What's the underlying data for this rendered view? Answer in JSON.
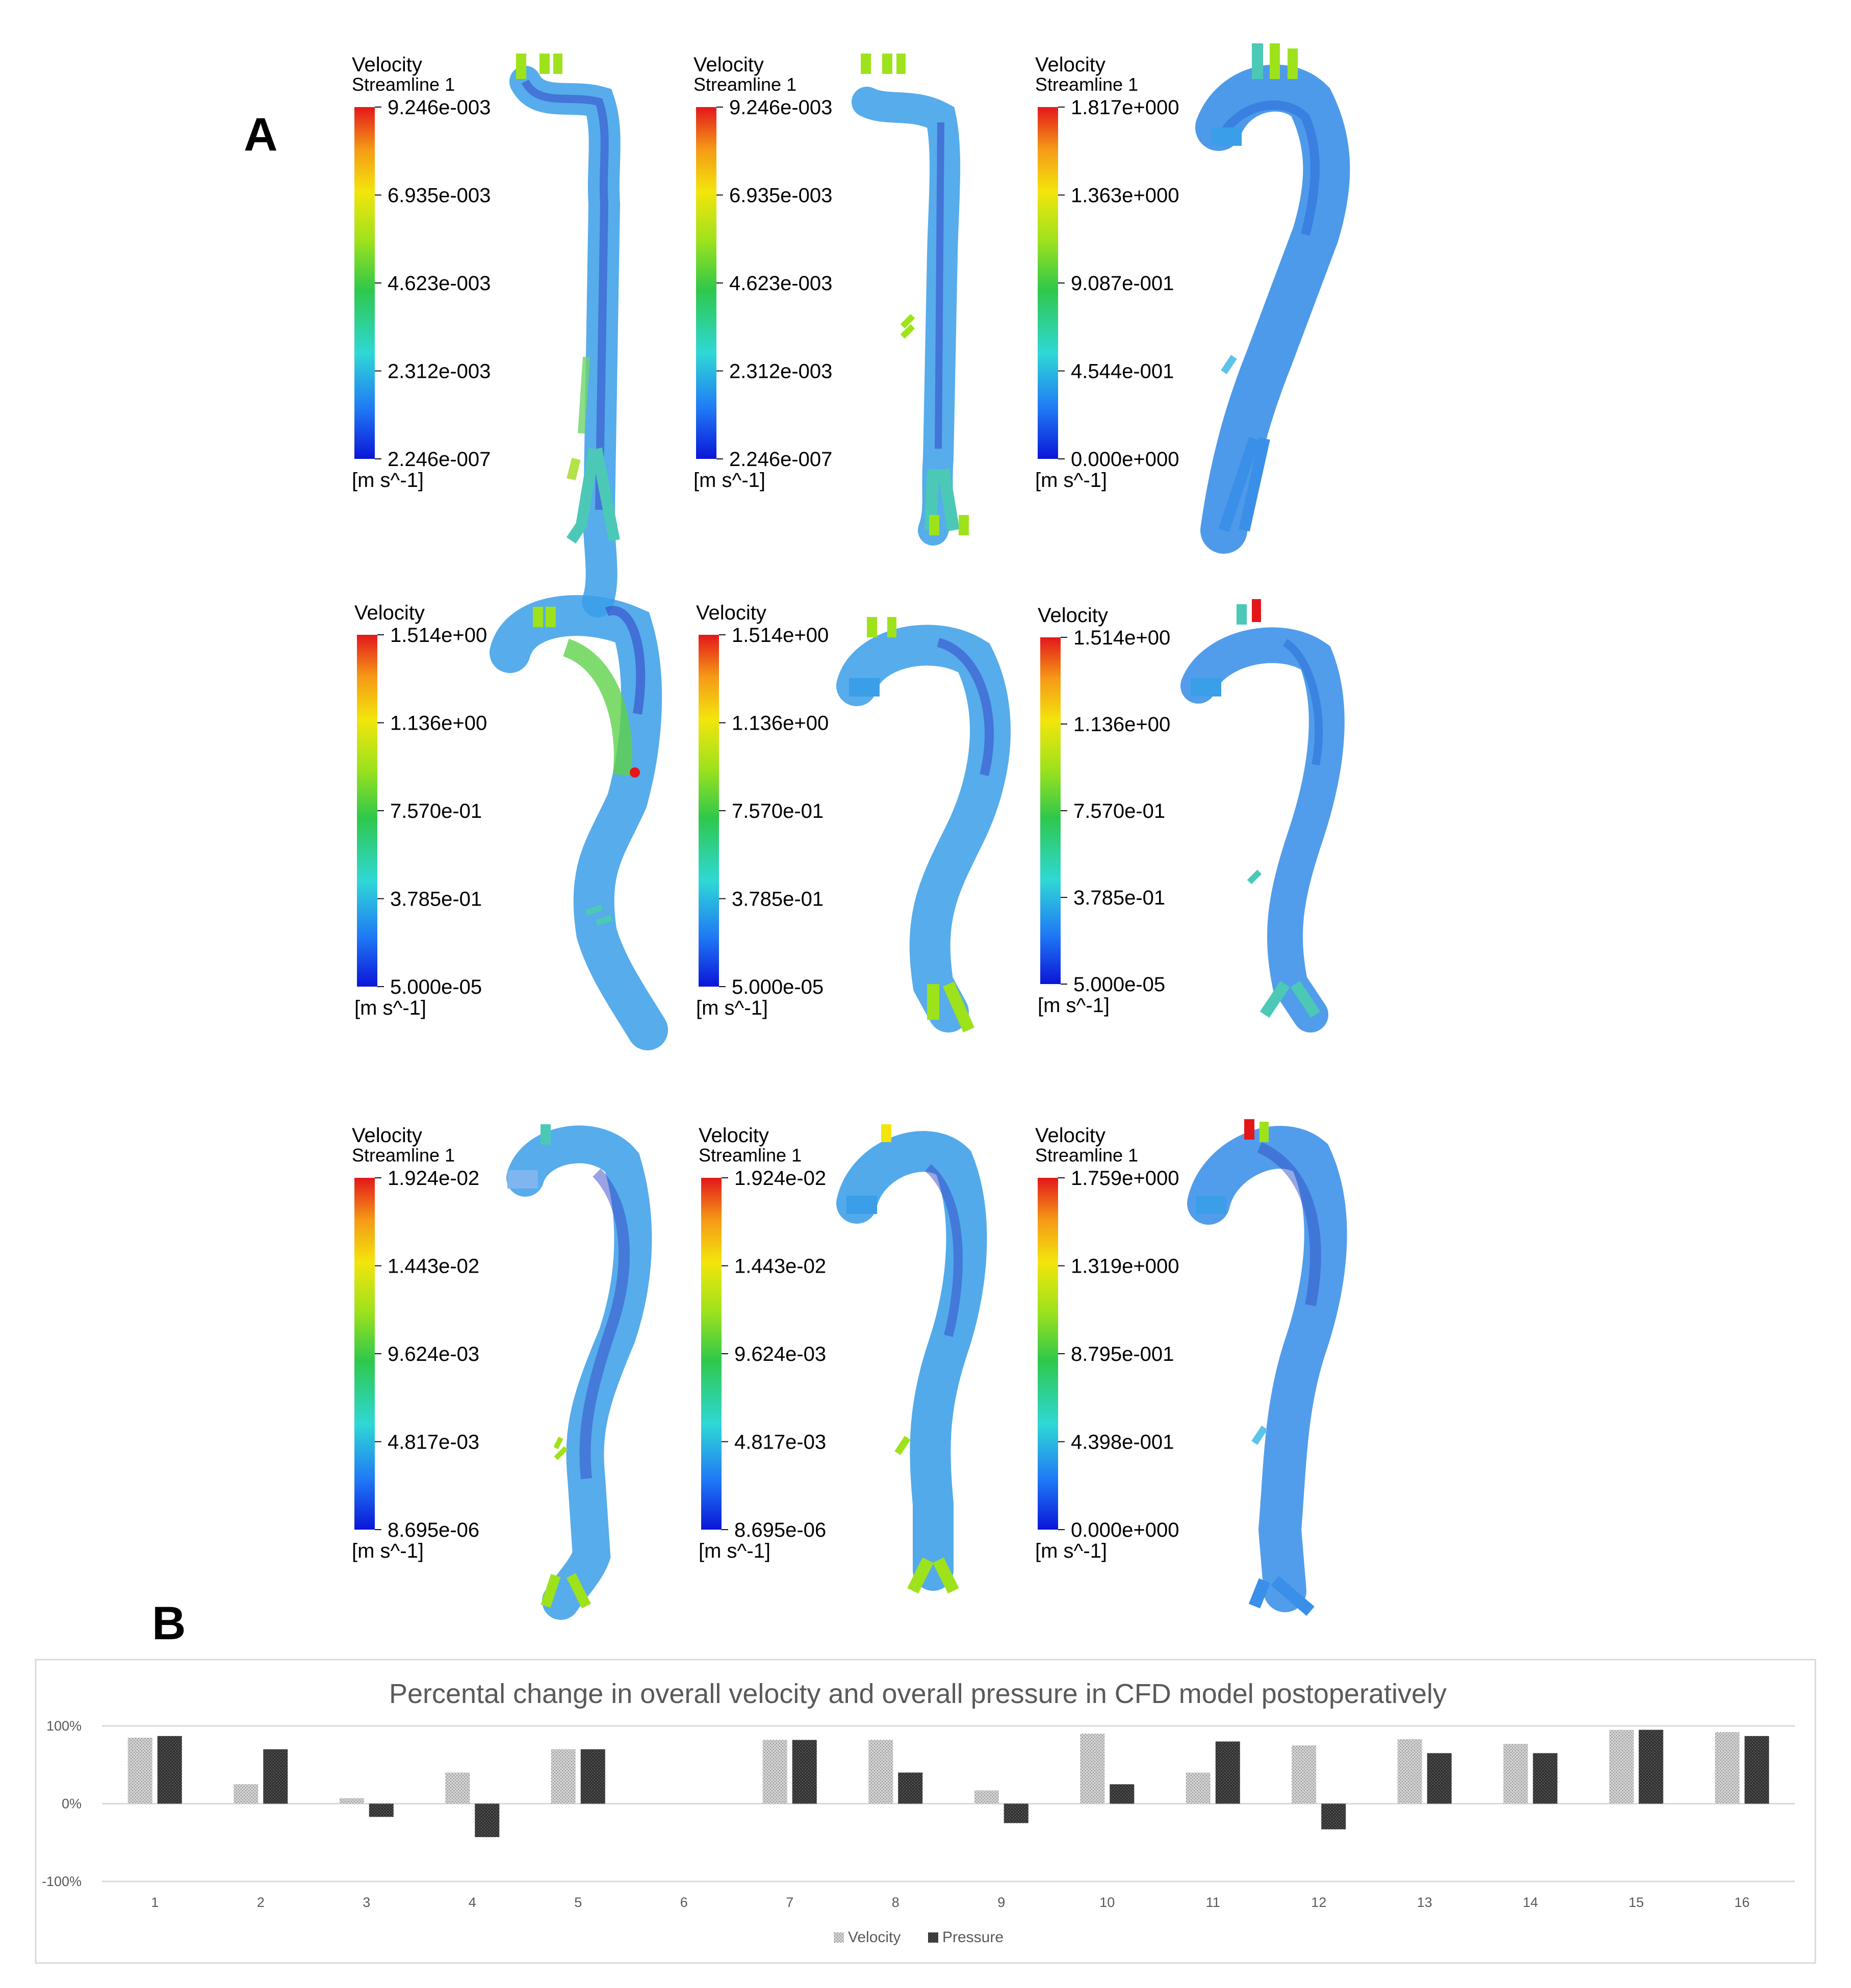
{
  "panel_labels": {
    "a": "A",
    "b": "B"
  },
  "legends": [
    {
      "title": "Velocity",
      "subtitle": "Streamline 1",
      "ticks": [
        "9.246e-003",
        "6.935e-003",
        "4.623e-003",
        "2.312e-003",
        "2.246e-007"
      ],
      "unit": "[m s^-1]"
    },
    {
      "title": "Velocity",
      "subtitle": "Streamline 1",
      "ticks": [
        "9.246e-003",
        "6.935e-003",
        "4.623e-003",
        "2.312e-003",
        "2.246e-007"
      ],
      "unit": "[m s^-1]"
    },
    {
      "title": "Velocity",
      "subtitle": "Streamline 1",
      "ticks": [
        "1.817e+000",
        "1.363e+000",
        "9.087e-001",
        "4.544e-001",
        "0.000e+000"
      ],
      "unit": "[m s^-1]"
    },
    {
      "title": "Velocity",
      "subtitle": "",
      "ticks": [
        "1.514e+00",
        "1.136e+00",
        "7.570e-01",
        "3.785e-01",
        "5.000e-05"
      ],
      "unit": "[m s^-1]"
    },
    {
      "title": "Velocity",
      "subtitle": "",
      "ticks": [
        "1.514e+00",
        "1.136e+00",
        "7.570e-01",
        "3.785e-01",
        "5.000e-05"
      ],
      "unit": "[m s^-1]"
    },
    {
      "title": "Velocity",
      "subtitle": "",
      "ticks": [
        "1.514e+00",
        "1.136e+00",
        "7.570e-01",
        "3.785e-01",
        "5.000e-05"
      ],
      "unit": "[m s^-1]"
    },
    {
      "title": "Velocity",
      "subtitle": "Streamline 1",
      "ticks": [
        "1.924e-02",
        "1.443e-02",
        "9.624e-03",
        "4.817e-03",
        "8.695e-06"
      ],
      "unit": "[m s^-1]"
    },
    {
      "title": "Velocity",
      "subtitle": "Streamline 1",
      "ticks": [
        "1.924e-02",
        "1.443e-02",
        "9.624e-03",
        "4.817e-03",
        "8.695e-06"
      ],
      "unit": "[m s^-1]"
    },
    {
      "title": "Velocity",
      "subtitle": "Streamline 1",
      "ticks": [
        "1.759e+000",
        "1.319e+000",
        "8.795e-001",
        "4.398e-001",
        "0.000e+000"
      ],
      "unit": "[m s^-1]"
    }
  ],
  "colormap": [
    "#0b16d8",
    "#1f78f5",
    "#2fd8d6",
    "#2fc84b",
    "#9ee21c",
    "#f3e50c",
    "#f59a16",
    "#e3171b"
  ],
  "chart_data": {
    "type": "bar",
    "title": "Percental change in overall velocity and overall pressure in CFD model postoperatively",
    "categories": [
      "1",
      "2",
      "3",
      "4",
      "5",
      "6",
      "7",
      "8",
      "9",
      "10",
      "11",
      "12",
      "13",
      "14",
      "15",
      "16"
    ],
    "series": [
      {
        "name": "Velocity",
        "values": [
          85,
          25,
          7,
          40,
          70,
          0,
          82,
          82,
          17,
          90,
          40,
          75,
          83,
          77,
          95,
          92
        ],
        "color": "#c8c8c8"
      },
      {
        "name": "Pressure",
        "values": [
          87,
          70,
          -17,
          -43,
          70,
          0,
          82,
          40,
          -25,
          25,
          80,
          -33,
          65,
          65,
          95,
          87
        ],
        "color": "#3a3a3a"
      }
    ],
    "yticks": [
      "100%",
      "0%",
      "-100%"
    ],
    "ylim": [
      -100,
      100
    ],
    "grid": true,
    "legend_position": "bottom-center"
  }
}
